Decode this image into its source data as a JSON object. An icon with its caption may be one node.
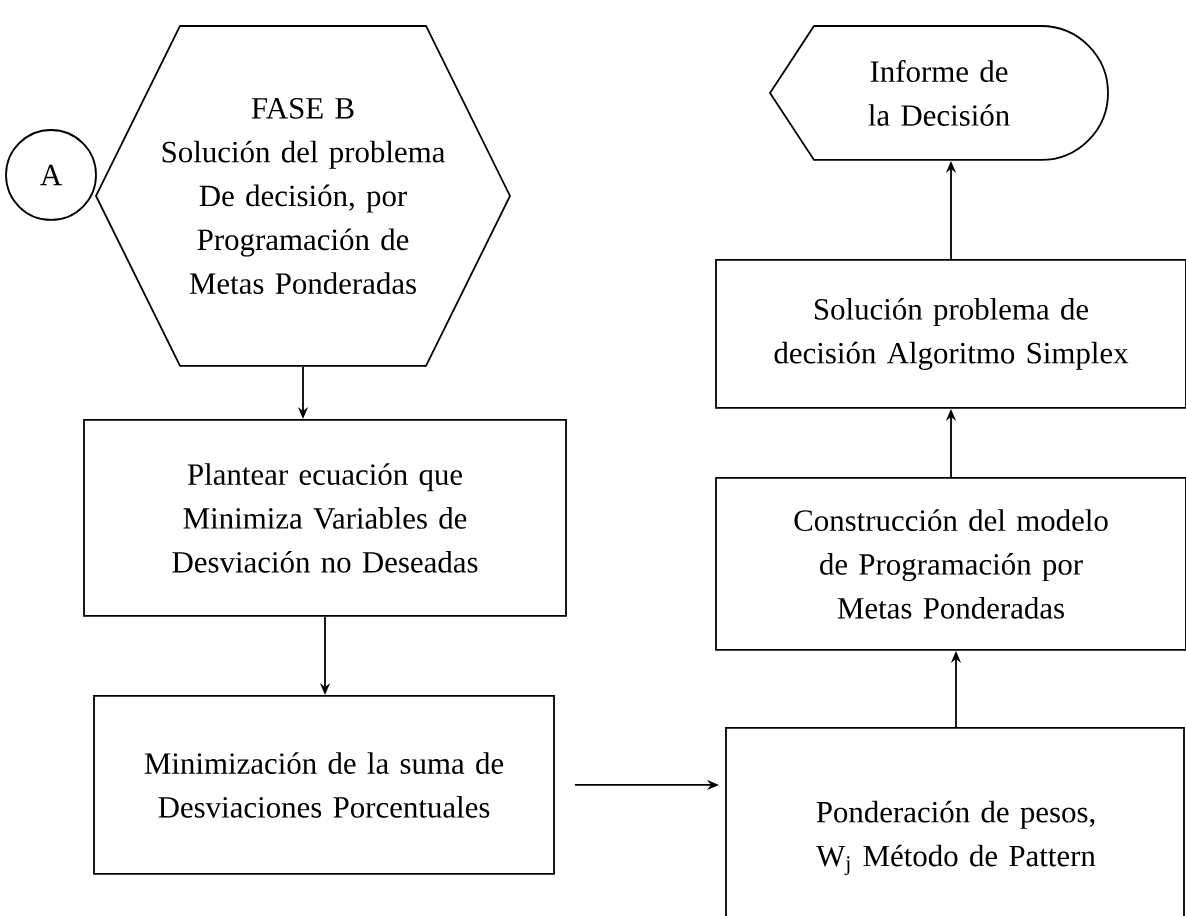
{
  "diagram": {
    "nodes": [
      {
        "text": [
          "A"
        ]
      },
      {
        "text": [
          "FASE B",
          "Solución del problema De decisión, por Programación de Metas Ponderadas"
        ]
      },
      {
        "text": [
          "Plantear ecuación que Minimiza Variables de Desviación no Deseadas"
        ]
      },
      {
        "text": [
          "Minimización de la suma de Desviaciones Porcentuales"
        ]
      },
      {
        "text": [
          "Ponderación de pesos, W$_{j}$ Método de Pattern"
        ]
      },
      {
        "text": [
          "Construcción del modelo de Programación por Metas Ponderadas"
        ]
      },
      {
        "text": [
          "Solución problema de decisión Algoritmo Simplex"
        ]
      },
      {
        "text": [
          "Informe de la Decisión"
        ]
      }
    ],
    "edges": [
      {
        "from": 1,
        "to": 2,
        "arrow": "to"
      },
      {
        "from": 2,
        "to": 3,
        "arrow": "to"
      },
      {
        "from": 3,
        "to": 4,
        "arrow": "to"
      },
      {
        "from": 4,
        "to": 5,
        "arrow": "to"
      },
      {
        "from": 5,
        "to": 6,
        "arrow": "to"
      },
      {
        "from": 6,
        "to": 7,
        "arrow": "to"
      }
    ]
  }
}
